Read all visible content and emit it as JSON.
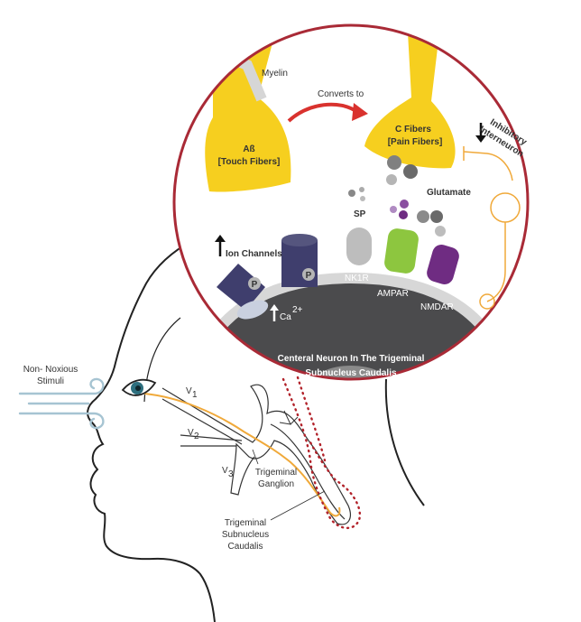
{
  "labels": {
    "myelin": "Myelin",
    "converts_to": "Converts to",
    "ab_fibers_line1": "Aß",
    "ab_fibers_line2": "[Touch Fibers]",
    "c_fibers_line1": "C Fibers",
    "c_fibers_line2": "[Pain Fibers]",
    "inhibitory_line1": "Inhibitory",
    "inhibitory_line2": "Interneuron",
    "glutamate": "Glutamate",
    "sp": "SP",
    "ion_channels": "Ion Channels",
    "phospho": "P",
    "calcium": "Ca",
    "calcium_charge": "2+",
    "nk1r": "NK1R",
    "ampar": "AMPAR",
    "nmdar": "NMDAR",
    "central_neuron_line1": "Centeral Neuron In The Trigeminal",
    "central_neuron_line2": "Subnucleus Caudalis",
    "stimuli_line1": "Non- Noxious",
    "stimuli_line2": "Stimuli",
    "v1": "V",
    "v1_sub": "1",
    "v2": "V",
    "v2_sub": "2",
    "v3": "V",
    "v3_sub": "3",
    "ganglion_line1": "Trigeminal",
    "ganglion_line2": "Ganglion",
    "caudalis_line1": "Trigeminal",
    "caudalis_line2": "Subnucleus",
    "caudalis_line3": "Caudalis"
  },
  "colors": {
    "fiber_yellow": "#f6cf1f",
    "circle_border": "#a92a36",
    "neuron_dark": "#4b4b4d",
    "membrane": "#d7d7d7",
    "nerve_orange": "#f0a93a",
    "ampar_green": "#8dc63f",
    "nmdar_purple": "#6f2c82",
    "channel_navy": "#3f3e6d",
    "nk1r_gray": "#bdbdbd",
    "wind_blue": "#a6c4d2",
    "arrow_red": "#d9322e",
    "dots_red": "#b2222a"
  }
}
